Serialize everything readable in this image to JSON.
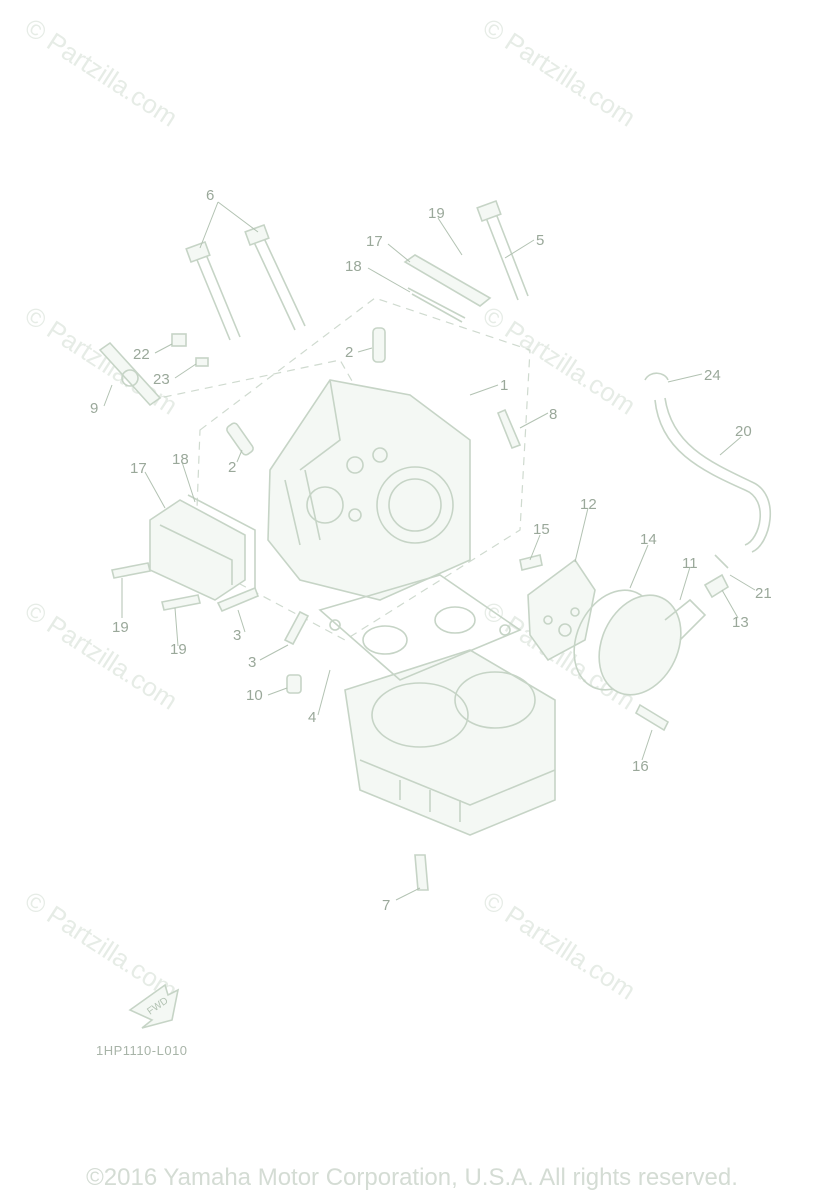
{
  "watermark": "© Partzilla.com",
  "diagram_code": "1HP1110-L010",
  "copyright": "©2016 Yamaha Motor Corporation, U.S.A. All rights reserved.",
  "fwd_label": "FWD",
  "callouts": [
    {
      "id": "c6",
      "label": "6"
    },
    {
      "id": "c19a",
      "label": "19"
    },
    {
      "id": "c17a",
      "label": "17"
    },
    {
      "id": "c18a",
      "label": "18"
    },
    {
      "id": "c5",
      "label": "5"
    },
    {
      "id": "c2a",
      "label": "2"
    },
    {
      "id": "c22",
      "label": "22"
    },
    {
      "id": "c23",
      "label": "23"
    },
    {
      "id": "c9",
      "label": "9"
    },
    {
      "id": "c24",
      "label": "24"
    },
    {
      "id": "c1",
      "label": "1"
    },
    {
      "id": "c8",
      "label": "8"
    },
    {
      "id": "c20",
      "label": "20"
    },
    {
      "id": "c2b",
      "label": "2"
    },
    {
      "id": "c17b",
      "label": "17"
    },
    {
      "id": "c18b",
      "label": "18"
    },
    {
      "id": "c12",
      "label": "12"
    },
    {
      "id": "c15",
      "label": "15"
    },
    {
      "id": "c14",
      "label": "14"
    },
    {
      "id": "c11",
      "label": "11"
    },
    {
      "id": "c21",
      "label": "21"
    },
    {
      "id": "c13",
      "label": "13"
    },
    {
      "id": "c19b",
      "label": "19"
    },
    {
      "id": "c19c",
      "label": "19"
    },
    {
      "id": "c3a",
      "label": "3"
    },
    {
      "id": "c3b",
      "label": "3"
    },
    {
      "id": "c10",
      "label": "10"
    },
    {
      "id": "c4",
      "label": "4"
    },
    {
      "id": "c16",
      "label": "16"
    },
    {
      "id": "c7",
      "label": "7"
    }
  ]
}
